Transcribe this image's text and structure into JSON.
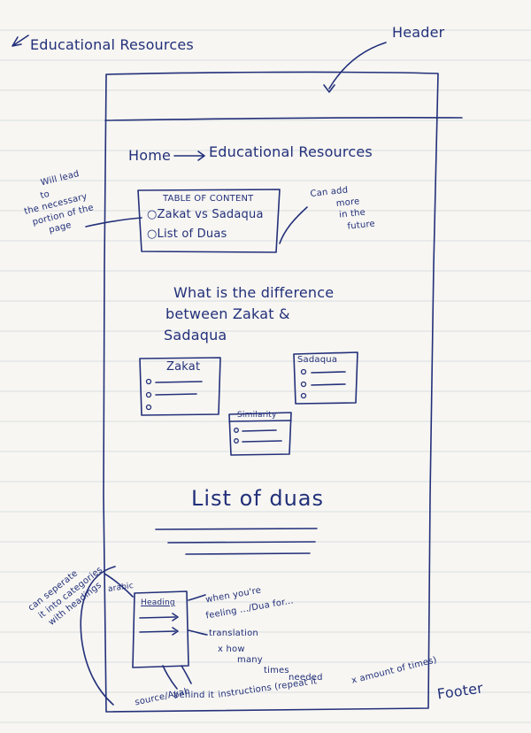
{
  "page_label": "Educational Resources",
  "header_note": "Header",
  "breadcrumb": {
    "home": "Home",
    "current": "Educational Resources"
  },
  "toc": {
    "title": "TABLE OF CONTENT",
    "items": [
      "Zakat vs Sadaqua",
      "List of Duas"
    ],
    "left_note": [
      "Will lead",
      "to",
      "the necessary",
      "portion of the",
      "page"
    ],
    "right_note": [
      "Can add",
      "more",
      "in the",
      "future"
    ]
  },
  "difference": {
    "heading": [
      "What is the difference",
      "between Zakat &",
      "Sadaqua"
    ],
    "zakat_title": "Zakat",
    "sadaqua_title": "Sadaqua",
    "similarity_title": "Similarity"
  },
  "duas": {
    "heading": "List of duas",
    "left_note": [
      "can seperate",
      "it into categories",
      "with headings"
    ],
    "arabic_label": "arabic",
    "card_heading": "Heading",
    "right_notes": [
      "when you're",
      "feeling .../Dua for...",
      "translation",
      "x how",
      "many",
      "times",
      "needed"
    ],
    "bottom_notes": [
      "source/Ayah",
      "behind it",
      "instructions (repeat it",
      "x amount of times)"
    ]
  },
  "footer_note": "Footer"
}
